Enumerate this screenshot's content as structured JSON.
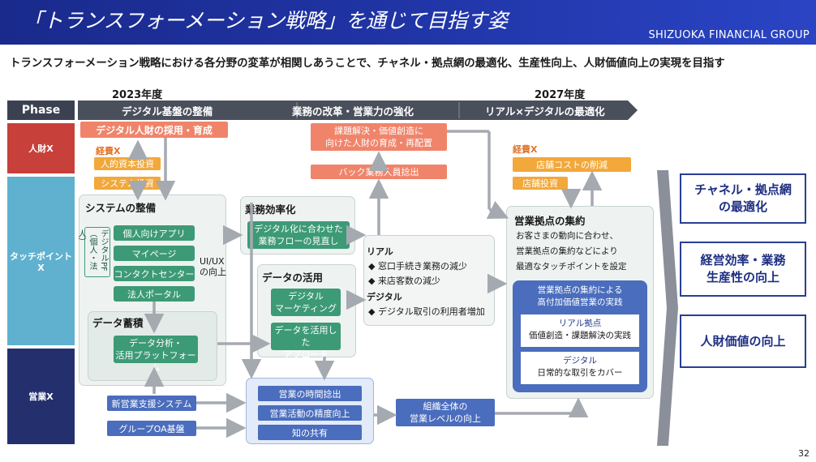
{
  "header": {
    "title": "「トランスフォーメーション戦略」を通じて目指す姿",
    "brand": "SHIZUOKA FINANCIAL GROUP"
  },
  "subtitle": "トランスフォーメーション戦略における各分野の変革が相関しあうことで、チャネル・拠点網の最適化、生産性向上、人財価値向上の実現を目指す",
  "years": {
    "start": "2023年度",
    "end": "2027年度"
  },
  "phase": {
    "label": "Phase",
    "stages": [
      "デジタル基盤の整備",
      "業務の改革・営業力の強化",
      "リアル×デジタルの最適化"
    ]
  },
  "rows": {
    "hr": "人財X",
    "touch": "タッチポイントX",
    "sales": "営業X"
  },
  "hr_row": {
    "digital_talent": "デジタル人財の採用・育成",
    "expense_label_left": "経費X",
    "human_capital": "人的資本投資",
    "system_invest": "システム投資",
    "talent_dev": [
      "課題解決・価値創造に",
      "向けた人財の育成・再配置"
    ],
    "back_office": "バック業務人員捻出",
    "expense_label_right": "経費X",
    "store_cost": "店舗コストの削減",
    "store_invest": "店舗投資"
  },
  "system_zone": {
    "title": "システムの整備",
    "vertical_label": [
      "デジタルPF",
      "（個人・法人）"
    ],
    "items": [
      "個人向けアプリ",
      "マイページ",
      "コンタクトセンター",
      "法人ポータル"
    ],
    "ui_note": [
      "UI/UX",
      "の向上"
    ]
  },
  "data_accum": {
    "title": "データ蓄積",
    "platform": [
      "データ分析・",
      "活用プラットフォーム"
    ]
  },
  "efficiency": {
    "title": "業務効率化",
    "item": [
      "デジタル化に合わせた",
      "業務フローの見直し"
    ]
  },
  "data_use": {
    "title": "データの活用",
    "items": [
      [
        "デジタル",
        "マーケティング"
      ],
      [
        "データを活用した",
        "アプローチ"
      ]
    ]
  },
  "effects": {
    "real_label": "リアル",
    "real_items": [
      "◆ 窓口手続き業務の減少",
      "◆ 来店客数の減少"
    ],
    "digital_label": "デジタル",
    "digital_items": [
      "◆ デジタル取引の利用者増加"
    ]
  },
  "store_zone": {
    "title": "営業拠点の集約",
    "desc": [
      "お客さまの動向に合わせ、",
      "営業拠点の集約などにより",
      "最適なタッチポイントを設定"
    ],
    "inner_title": [
      "営業拠点の集約による",
      "高付加価値営業の実践"
    ],
    "real_title": "リアル拠点",
    "real_desc": "価値創造・課題解決の実践",
    "digital_title": "デジタル",
    "digital_desc": "日常的な取引をカバー"
  },
  "sales_row": {
    "new_system": "新営業支援システム",
    "group_oa": "グループOA基盤",
    "time": "営業の時間捻出",
    "precision": "営業活動の精度向上",
    "knowledge": "知の共有",
    "org_level": [
      "組織全体の",
      "営業レベルの向上"
    ]
  },
  "results": [
    [
      "チャネル・拠点網",
      "の最適化"
    ],
    [
      "経営効率・業務",
      "生産性の向上"
    ],
    [
      "人財価値の向上"
    ]
  ],
  "page_number": "32"
}
